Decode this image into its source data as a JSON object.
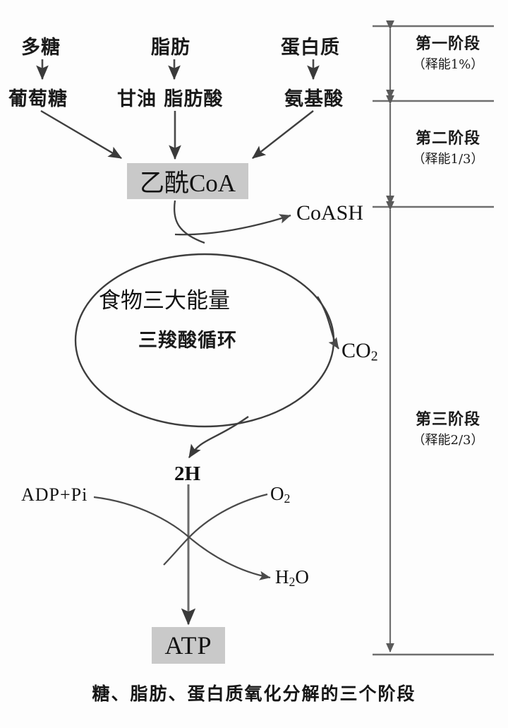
{
  "diagram": {
    "caption": "糖、脂肪、蛋白质氧化分解的三个阶段",
    "overlay_text": "食物三大能量",
    "cycle_label": "三羧酸循环",
    "nodes": {
      "polysaccharide": "多糖",
      "glucose": "葡萄糖",
      "fat": "脂肪",
      "glycerol": "甘油",
      "fatty_acid": "脂肪酸",
      "glycerol_fatty_acid": "甘油 脂肪酸",
      "protein": "蛋白质",
      "amino_acid": "氨基酸",
      "acetyl_coa": "乙酰CoA",
      "coash": "CoASH",
      "co2_text": "CO",
      "co2_sub": "2",
      "two_h": "2H",
      "adp_pi": "ADP+Pi",
      "o2_text": "O",
      "o2_sub": "2",
      "h2o_text_a": "H",
      "h2o_sub": "2",
      "h2o_text_b": "O",
      "atp": "ATP"
    },
    "stages": [
      {
        "title": "第一阶段",
        "subtitle": "（释能1%）"
      },
      {
        "title": "第二阶段",
        "subtitle": "（释能1/3）"
      },
      {
        "title": "第三阶段",
        "subtitle": "（释能2/3）"
      }
    ],
    "colors": {
      "highlight": "#c9c9c9",
      "stroke": "#3a3a3a",
      "text": "#141414",
      "background": "#fdfdfd"
    }
  }
}
